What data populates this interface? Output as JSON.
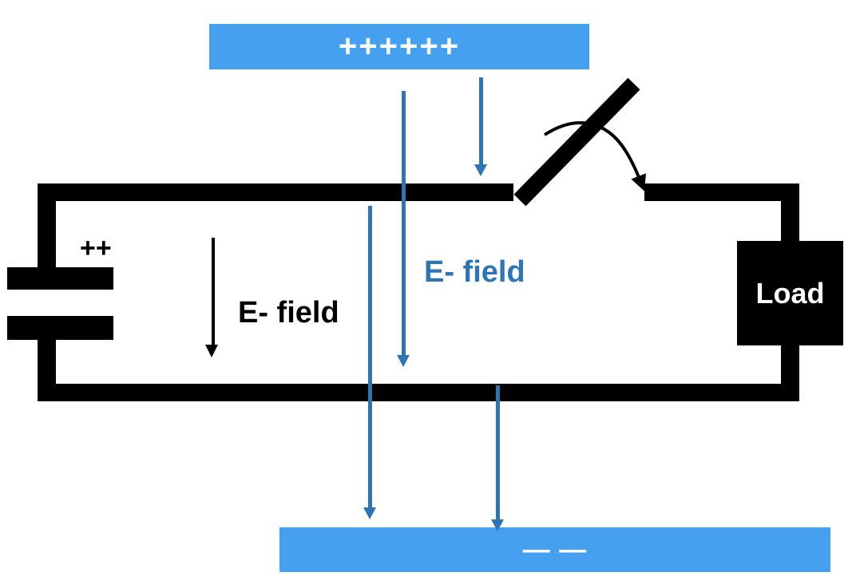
{
  "diagram": {
    "top_plate": {
      "label": "++++++"
    },
    "bottom_plate": {
      "label": "— —"
    },
    "battery": {
      "polarity_label": "++"
    },
    "load": {
      "label": "Load"
    },
    "field_label_black": "E- field",
    "field_label_blue": "E- field",
    "colors": {
      "plate_blue": "#45a0f0",
      "field_arrow_blue": "#2e75b6",
      "circuit_black": "#000000",
      "label_white": "#ffffff"
    }
  }
}
